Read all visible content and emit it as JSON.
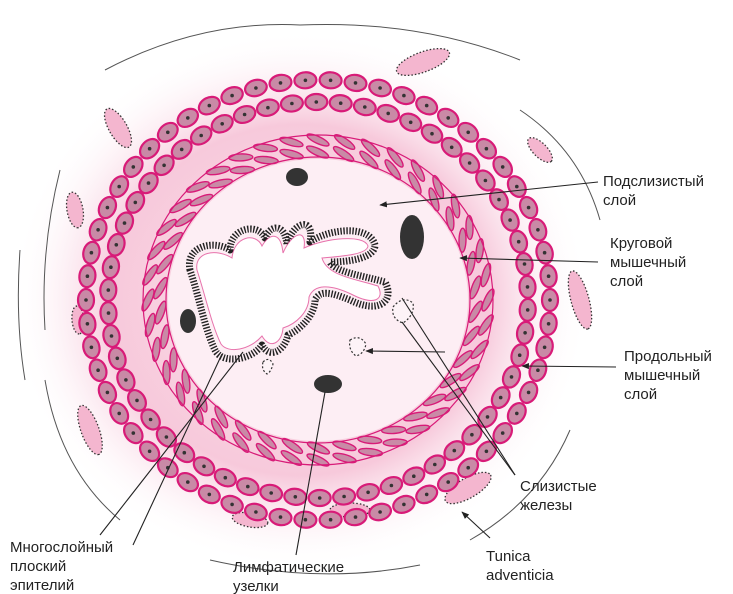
{
  "colors": {
    "tissue_pink": "#f4b6cf",
    "cell_magenta": "#d81b78",
    "cell_fill": "#c98aa6",
    "nucleus_dark": "#333333",
    "text": "#222222"
  },
  "labels": {
    "submucosa": [
      "Подслизистый",
      "слой"
    ],
    "circular_muscle": [
      "Круговой",
      "мышечный",
      "слой"
    ],
    "longitudinal_muscle": [
      "Продольный",
      "мышечный",
      "слой"
    ],
    "mucous_glands": [
      "Слизистые",
      "железы"
    ],
    "adventitia": [
      "Tunica",
      "adventicia"
    ],
    "lymph_nodules": [
      "Лимфатические",
      "узелки"
    ],
    "epithelium": [
      "Многослойный",
      "плоский",
      "эпителий"
    ]
  }
}
